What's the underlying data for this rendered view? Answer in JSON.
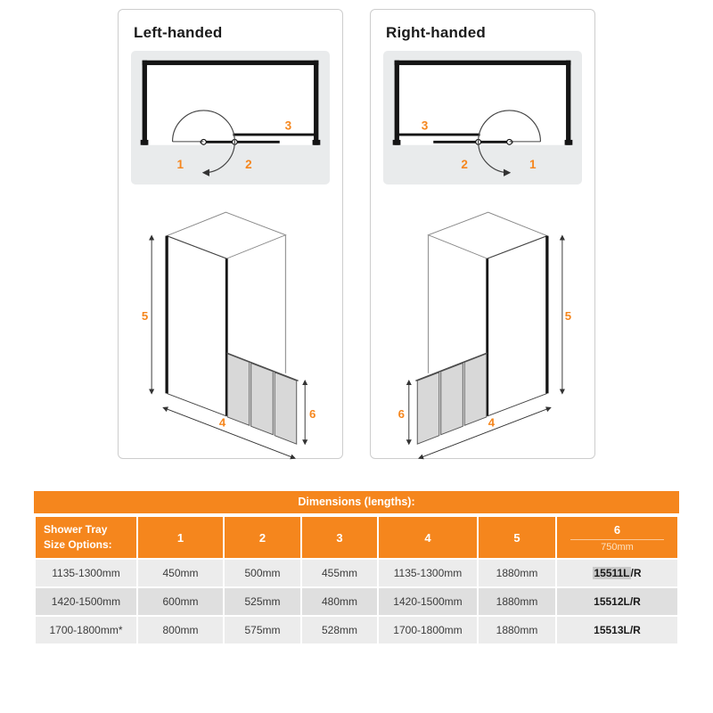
{
  "colors": {
    "accent": "#F5861D"
  },
  "left_panel": {
    "title": "Left-handed",
    "plan": {
      "label_1": "1",
      "label_2": "2",
      "label_3": "3"
    },
    "iso": {
      "label_4": "4",
      "label_5": "5",
      "label_6": "6"
    }
  },
  "right_panel": {
    "title": "Right-handed",
    "plan": {
      "label_1": "1",
      "label_2": "2",
      "label_3": "3"
    },
    "iso": {
      "label_4": "4",
      "label_5": "5",
      "label_6": "6"
    }
  },
  "table": {
    "title": "Dimensions (lengths):",
    "corner_header_line1": "Shower Tray",
    "corner_header_line2": "Size Options:",
    "columns": [
      "1",
      "2",
      "3",
      "4",
      "5",
      "6"
    ],
    "column6_subtext": "750mm",
    "rows": [
      {
        "tray": "1135-1300mm",
        "d1": "450mm",
        "d2": "500mm",
        "d3": "455mm",
        "d4": "1135-1300mm",
        "d5": "1880mm",
        "code": "15511L/R",
        "code_main": "15511L",
        "code_suffix": "/R"
      },
      {
        "tray": "1420-1500mm",
        "d1": "600mm",
        "d2": "525mm",
        "d3": "480mm",
        "d4": "1420-1500mm",
        "d5": "1880mm",
        "code": "15512L/R"
      },
      {
        "tray": "1700-1800mm*",
        "d1": "800mm",
        "d2": "575mm",
        "d3": "528mm",
        "d4": "1700-1800mm",
        "d5": "1880mm",
        "code": "15513L/R"
      }
    ]
  }
}
